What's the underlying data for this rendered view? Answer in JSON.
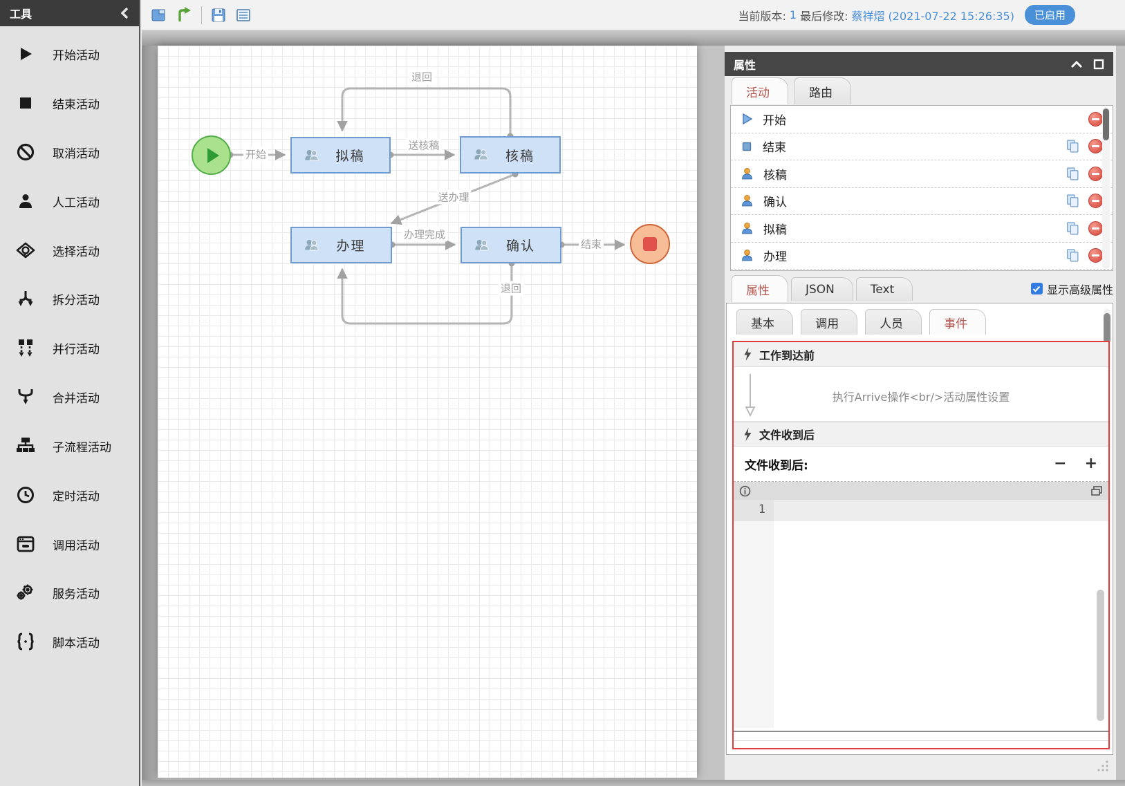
{
  "colors": {
    "accent_blue": "#4a90d8",
    "panel_header": "#464646",
    "active_tab_text": "#b3554f",
    "event_border_red": "#e23b3b",
    "node_fill": "#cfe1f6",
    "node_border": "#6f9bd1",
    "start_fill": "#a9e18d",
    "end_fill": "#f7bd96"
  },
  "sidebar": {
    "title": "工具",
    "collapse_icon": "chevron-left",
    "tools": [
      {
        "icon": "play-icon",
        "label": "开始活动"
      },
      {
        "icon": "stop-icon",
        "label": "结束活动"
      },
      {
        "icon": "ban-icon",
        "label": "取消活动"
      },
      {
        "icon": "person-icon",
        "label": "人工活动"
      },
      {
        "icon": "choice-icon",
        "label": "选择活动"
      },
      {
        "icon": "split-icon",
        "label": "拆分活动"
      },
      {
        "icon": "parallel-icon",
        "label": "并行活动"
      },
      {
        "icon": "merge-icon",
        "label": "合并活动"
      },
      {
        "icon": "subprocess-icon",
        "label": "子流程活动"
      },
      {
        "icon": "clock-icon",
        "label": "定时活动"
      },
      {
        "icon": "call-icon",
        "label": "调用活动"
      },
      {
        "icon": "service-icon",
        "label": "服务活动"
      },
      {
        "icon": "script-icon",
        "label": "脚本活动"
      }
    ]
  },
  "toolbar": {
    "icons": [
      "new-icon",
      "deploy-icon",
      "save-icon",
      "form-icon"
    ]
  },
  "version": {
    "current_label": "当前版本:",
    "number": "1",
    "modified_label": "最后修改:",
    "author_date": "蔡祥熠 (2021-07-22 15:26:35)",
    "status": "已启用"
  },
  "canvas": {
    "nodes": [
      {
        "type": "start"
      },
      {
        "label": "拟稿"
      },
      {
        "label": "核稿"
      },
      {
        "label": "办理"
      },
      {
        "label": "确认"
      },
      {
        "type": "end"
      }
    ],
    "edges": [
      {
        "label": "开始"
      },
      {
        "label": "送核稿"
      },
      {
        "label": "退回"
      },
      {
        "label": "送办理"
      },
      {
        "label": "办理完成"
      },
      {
        "label": "结束"
      },
      {
        "label": "退回"
      }
    ]
  },
  "panel": {
    "title": "属性",
    "tabs": [
      {
        "label": "活动",
        "active": true
      },
      {
        "label": "路由",
        "active": false
      }
    ],
    "activities": [
      {
        "icon": "start",
        "label": "开始",
        "can_copy": false
      },
      {
        "icon": "end",
        "label": "结束",
        "can_copy": true
      },
      {
        "icon": "user",
        "label": "核稿",
        "can_copy": true
      },
      {
        "icon": "user",
        "label": "确认",
        "can_copy": true
      },
      {
        "icon": "user",
        "label": "拟稿",
        "can_copy": true
      },
      {
        "icon": "user",
        "label": "办理",
        "can_copy": true
      }
    ],
    "view_tabs": [
      {
        "label": "属性",
        "active": true
      },
      {
        "label": "JSON",
        "active": false
      },
      {
        "label": "Text",
        "active": false
      }
    ],
    "advanced_checkbox": {
      "checked": true,
      "label": "显示高级属性"
    },
    "detail_tabs": [
      "基本",
      "调用",
      "人员",
      "事件"
    ],
    "events": {
      "before_arrive": {
        "title": "工作到达前",
        "description": "执行Arrive操作<br/>活动属性设置"
      },
      "after_receive": {
        "title": "文件收到后",
        "field_label": "文件收到后:",
        "minus_label": "−",
        "plus_label": "+",
        "editor": {
          "line_number": "1"
        }
      }
    }
  }
}
